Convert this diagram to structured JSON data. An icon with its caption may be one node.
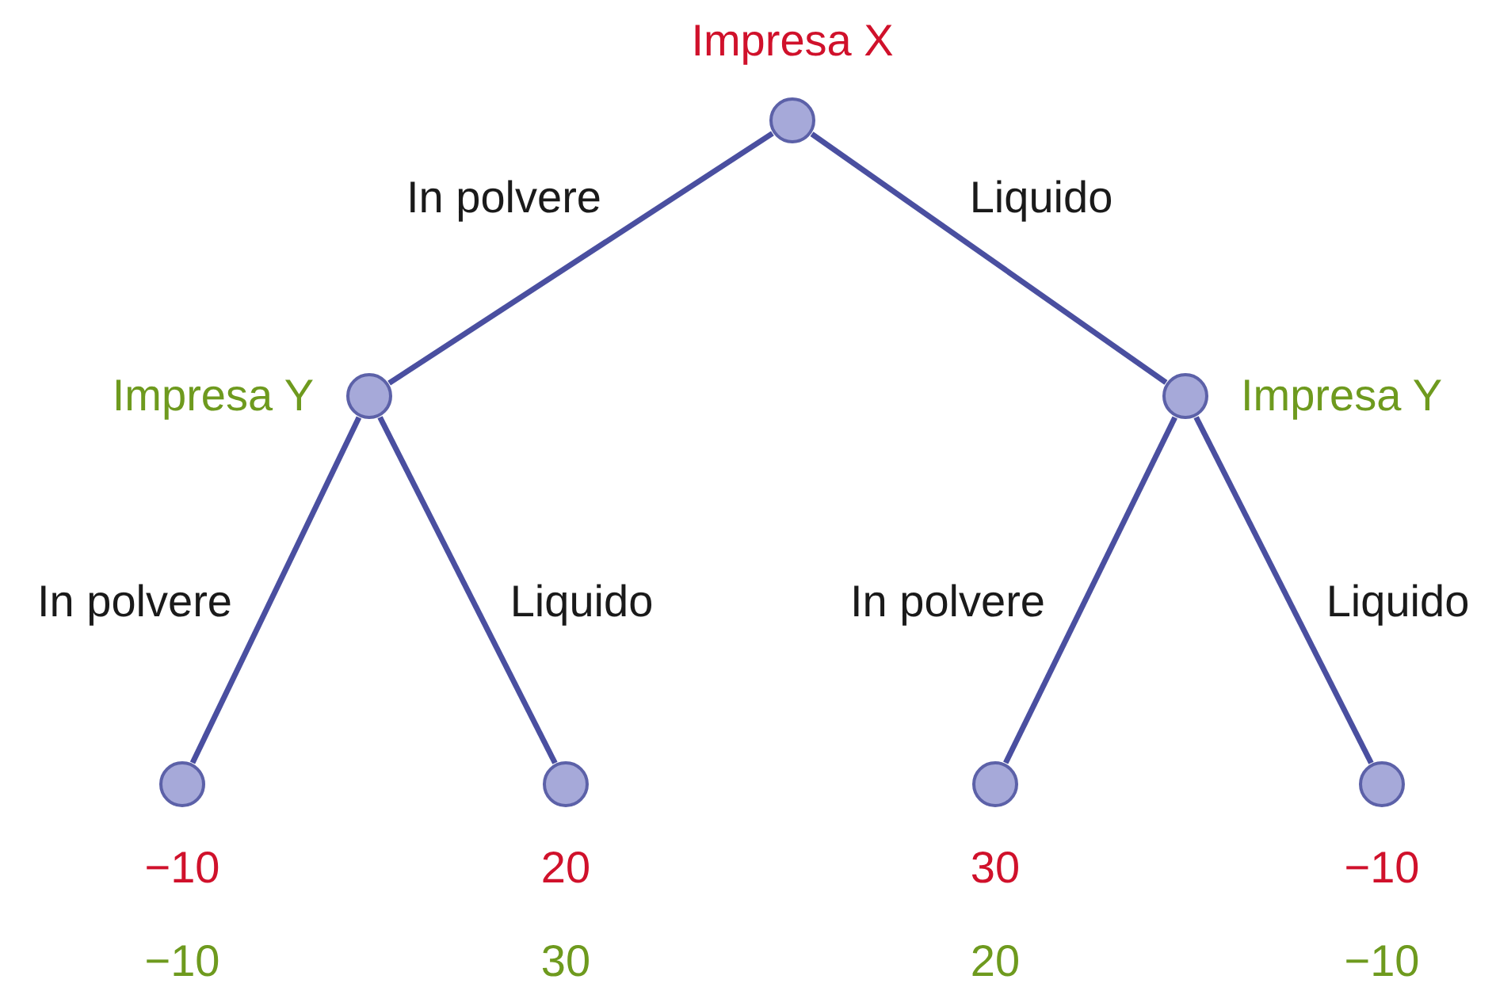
{
  "diagram": {
    "nodes": [
      {
        "text": [],
        "shape": "circle",
        "beside": [
          "Impresa X"
        ]
      },
      {
        "text": [],
        "shape": "circle",
        "beside": [
          "Impresa Y"
        ]
      },
      {
        "text": [],
        "shape": "circle",
        "beside": [
          "Impresa Y"
        ]
      },
      {
        "text": [],
        "shape": "circle",
        "beside": [
          "−10",
          "−10"
        ]
      },
      {
        "text": [],
        "shape": "circle",
        "beside": [
          "20",
          "30"
        ]
      },
      {
        "text": [],
        "shape": "circle",
        "beside": [
          "30",
          "20"
        ]
      },
      {
        "text": [],
        "shape": "circle",
        "beside": [
          "−10",
          "−10"
        ]
      }
    ],
    "edges": [
      {
        "from": 0,
        "to": 1,
        "arrow": "none",
        "label": "In polvere"
      },
      {
        "from": 0,
        "to": 2,
        "arrow": "none",
        "label": "Liquido"
      },
      {
        "from": 1,
        "to": 3,
        "arrow": "none",
        "label": "In polvere"
      },
      {
        "from": 1,
        "to": 4,
        "arrow": "none",
        "label": "Liquido"
      },
      {
        "from": 2,
        "to": 5,
        "arrow": "none",
        "label": "In polvere"
      },
      {
        "from": 2,
        "to": 6,
        "arrow": "none",
        "label": "Liquido"
      }
    ]
  }
}
